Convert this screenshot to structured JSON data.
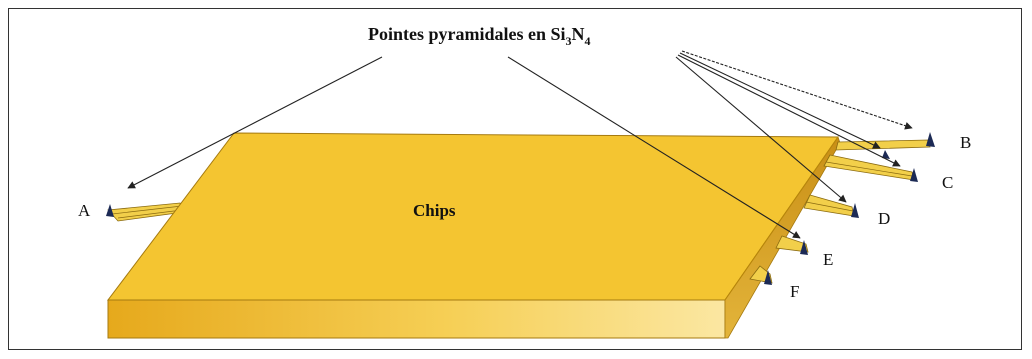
{
  "figure": {
    "title_main": "Pointes pyramidales en  Si",
    "title_sub1": "3",
    "title_n": "N",
    "title_sub2": "4",
    "chip_label": "Chips",
    "tips": {
      "a": "A",
      "b": "B",
      "c": "C",
      "d": "D",
      "e": "E",
      "f": "F"
    },
    "colors": {
      "chip_top": "#f4c531",
      "chip_side": "#e0a923",
      "chip_edge": "#c8901a",
      "cantilever": "#f2cf4a",
      "tip": "#1c2a55",
      "arrow": "#222222"
    }
  }
}
